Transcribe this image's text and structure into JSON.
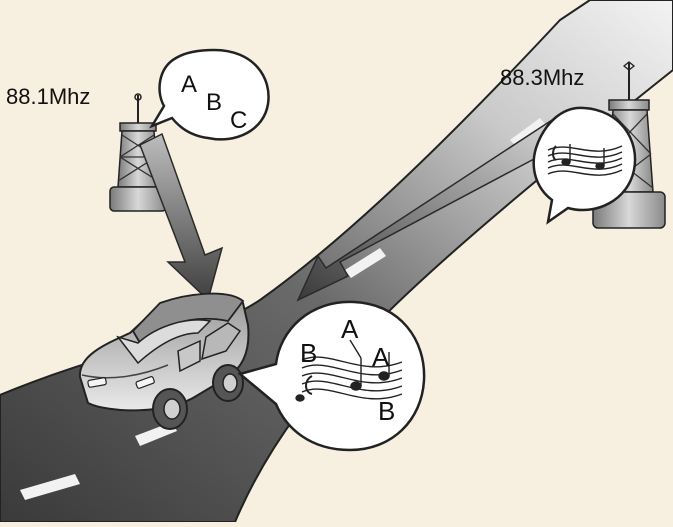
{
  "stations": {
    "left_frequency": "88.1Mhz",
    "right_frequency": "88.3Mhz"
  },
  "bubbles": {
    "left_letters": [
      "A",
      "B",
      "C"
    ],
    "car_letters": [
      "A",
      "B",
      "A",
      "B"
    ]
  },
  "colors": {
    "background": "#f7efe0",
    "road_dark": "#3d3d3d",
    "road_light": "#e6e6e6",
    "lane_marking": "#f2f2f2",
    "arrow": "#4a4a4a"
  },
  "icons": [
    "radio-tower-icon",
    "music-notes-icon",
    "car-icon"
  ]
}
